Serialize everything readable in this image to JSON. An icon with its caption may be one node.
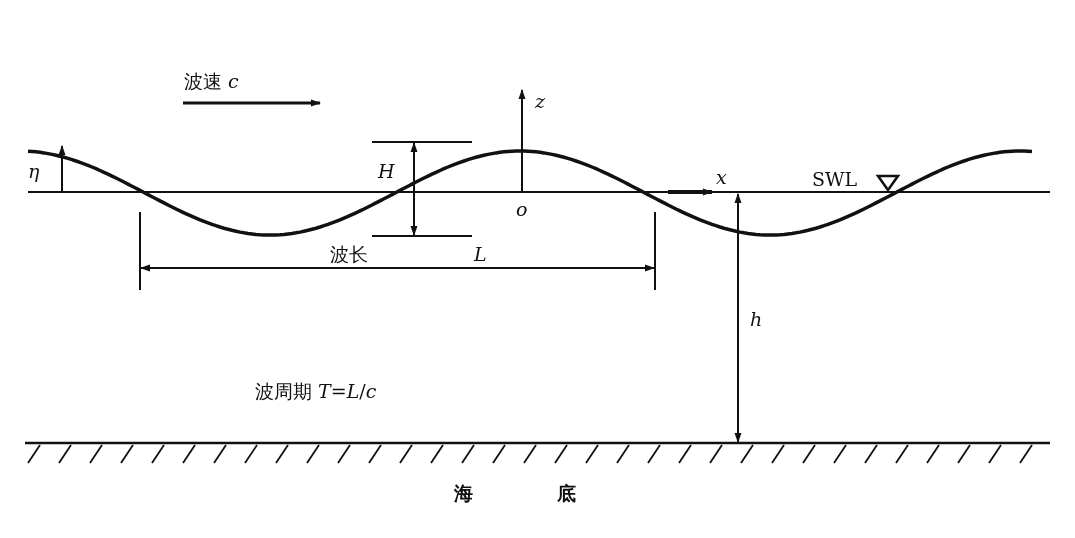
{
  "diagram": {
    "labels": [
      "波速 *c*",
      "z",
      "η",
      "H",
      "o",
      "x",
      "SWL",
      "波长",
      "L",
      "h",
      "波周期 *T*=*L*/*c*",
      "海底"
    ]
  }
}
